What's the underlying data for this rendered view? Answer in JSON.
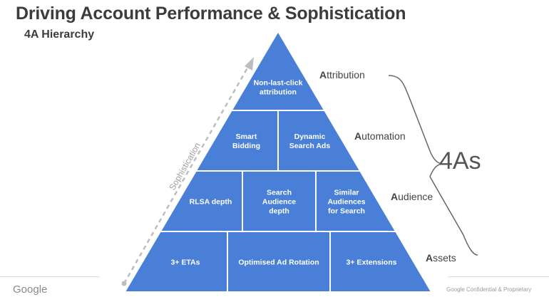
{
  "header": {
    "title": "Driving Account Performance & Sophistication",
    "subtitle": "4A Hierarchy"
  },
  "axis": {
    "label": "Sophistication"
  },
  "pyramid": {
    "fill_color": "#4a7fd8",
    "text_color": "#ffffff",
    "tiers": [
      {
        "name": "Attribution",
        "cells": [
          [
            "Non-last-click",
            "attribution"
          ]
        ]
      },
      {
        "name": "Automation",
        "cells": [
          [
            "Smart",
            "Bidding"
          ],
          [
            "Dynamic",
            "Search Ads"
          ]
        ]
      },
      {
        "name": "Audience",
        "cells": [
          [
            "RLSA depth"
          ],
          [
            "Search",
            "Audience",
            "depth"
          ],
          [
            "Similar",
            "Audiences",
            "for Search"
          ]
        ]
      },
      {
        "name": "Assets",
        "cells": [
          [
            "3+ ETAs"
          ],
          [
            "Optimised Ad Rotation"
          ],
          [
            "3+ Extensions"
          ]
        ]
      }
    ]
  },
  "brace": {
    "label": "4As"
  },
  "footer": {
    "logo": "Google",
    "confidential": "Google Confidential & Proprietary"
  }
}
